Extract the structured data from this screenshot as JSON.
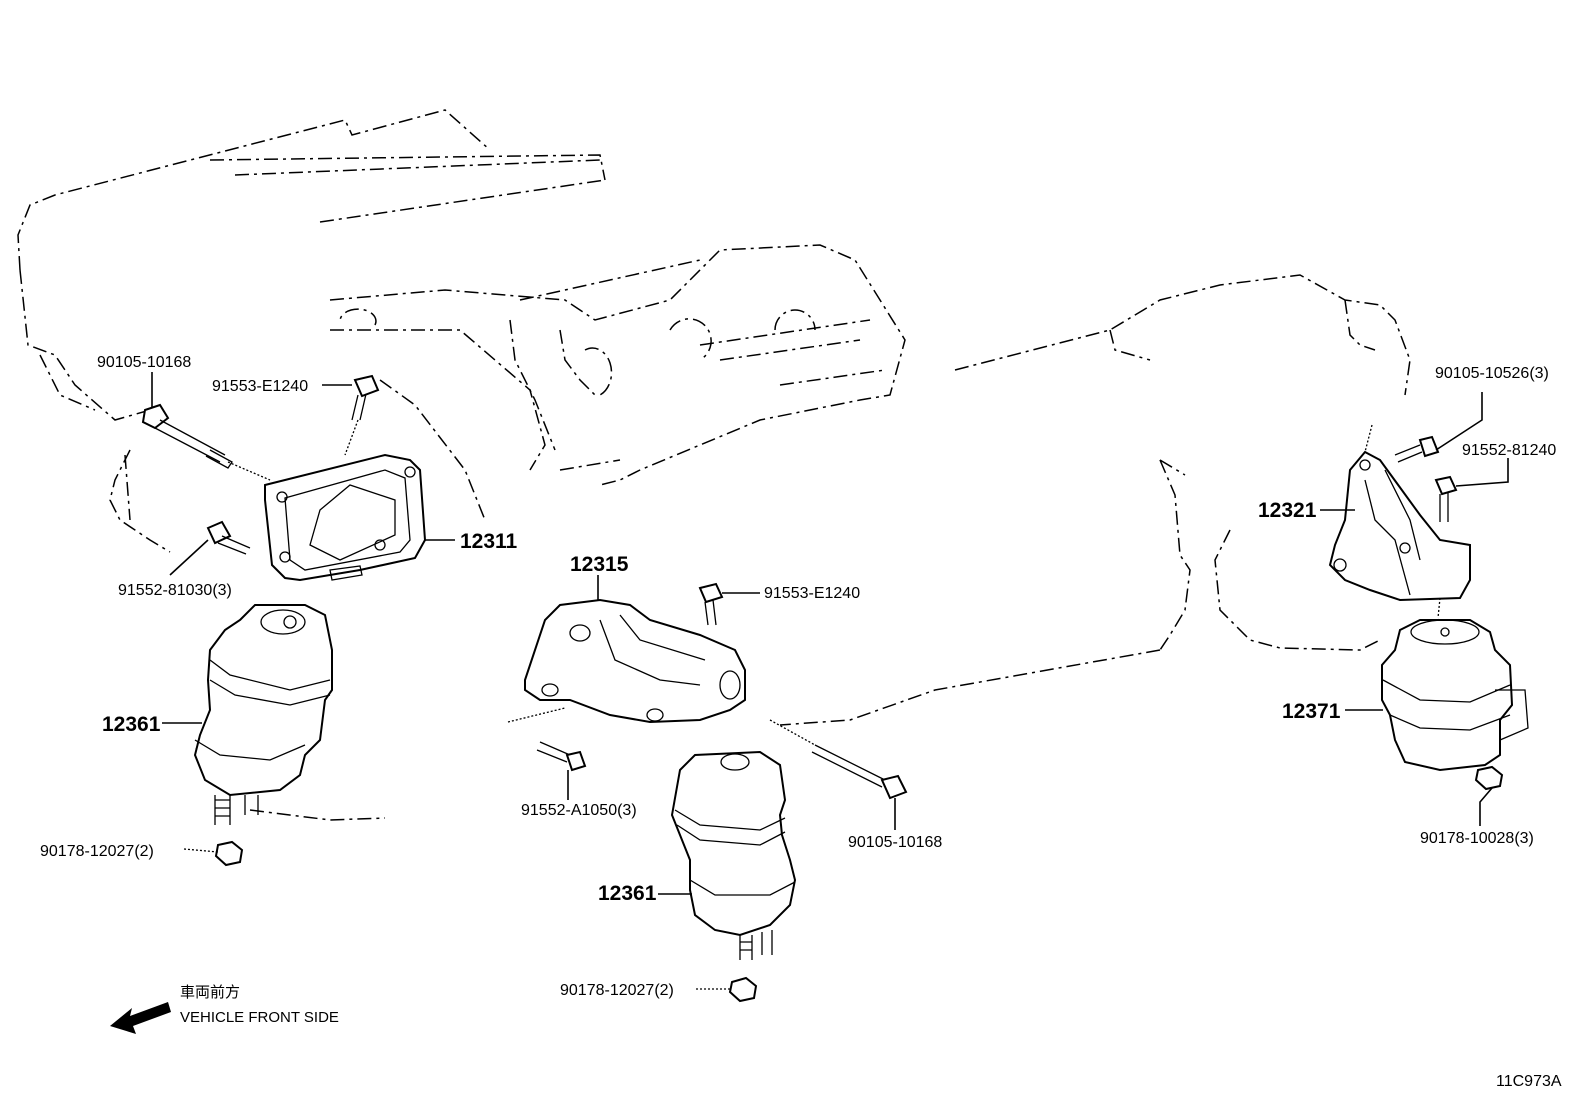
{
  "labels": {
    "bolt_90105_10168_top": "90105-10168",
    "bolt_91553_e1240_left": "91553-E1240",
    "bolt_91552_81030": "91552-81030(3)",
    "bracket_12311": "12311",
    "mount_12361_left": "12361",
    "nut_90178_12027_left": "90178-12027(2)",
    "bracket_12315": "12315",
    "bolt_91553_e1240_center": "91553-E1240",
    "bolt_91552_a1050": "91552-A1050(3)",
    "bolt_90105_10168_center": "90105-10168",
    "mount_12361_center": "12361",
    "nut_90178_12027_center": "90178-12027(2)",
    "bolt_90105_10526": "90105-10526(3)",
    "bolt_91552_81240": "91552-81240",
    "bracket_12321": "12321",
    "mount_12371": "12371",
    "nut_90178_10028": "90178-10028(3)"
  },
  "orientation": {
    "japanese": "車両前方",
    "english": "VEHICLE FRONT SIDE"
  },
  "diagram_id": "11C973A"
}
